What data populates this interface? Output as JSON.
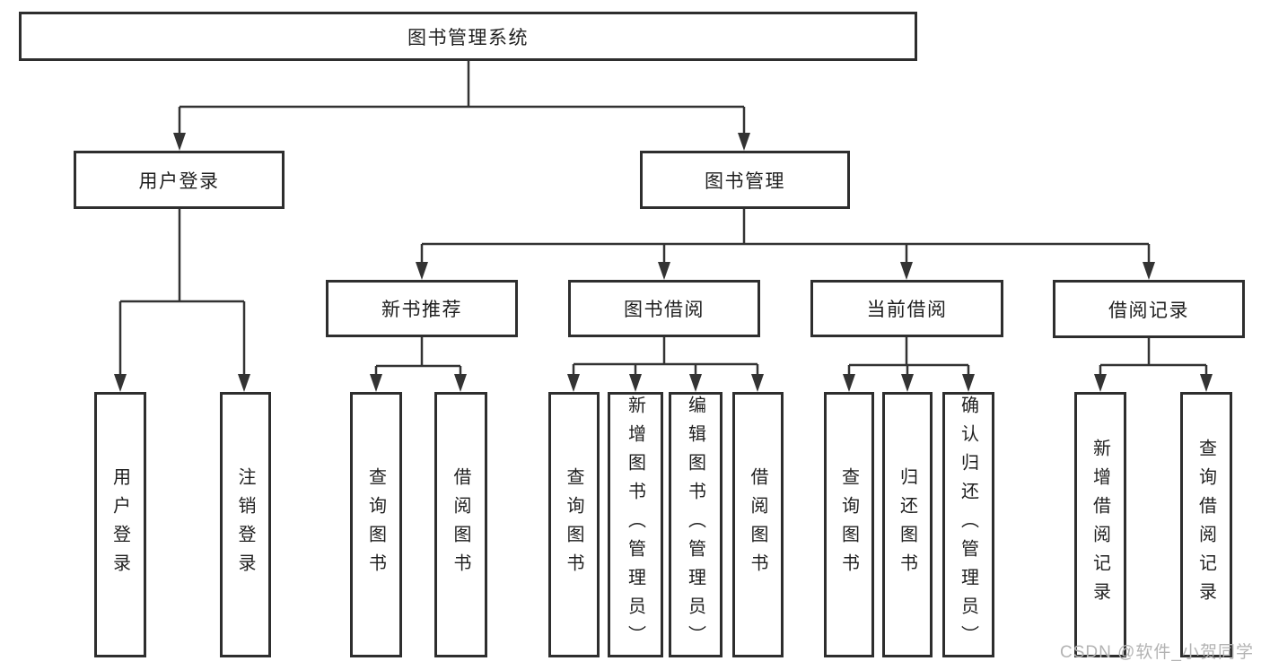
{
  "diagram": {
    "root": {
      "label": "图书管理系统"
    },
    "branches": [
      {
        "label": "用户登录",
        "children": [
          {
            "label": "用户登录"
          },
          {
            "label": "注销登录"
          }
        ]
      },
      {
        "label": "图书管理",
        "children": [
          {
            "label": "新书推荐",
            "children": [
              {
                "label": "查询图书"
              },
              {
                "label": "借阅图书"
              }
            ]
          },
          {
            "label": "图书借阅",
            "children": [
              {
                "label": "查询图书"
              },
              {
                "label": "新增图书（管理员）"
              },
              {
                "label": "编辑图书（管理员）"
              },
              {
                "label": "借阅图书"
              }
            ]
          },
          {
            "label": "当前借阅",
            "children": [
              {
                "label": "查询图书"
              },
              {
                "label": "归还图书"
              },
              {
                "label": "确认归还（管理员）"
              }
            ]
          },
          {
            "label": "借阅记录",
            "children": [
              {
                "label": "新增借阅记录"
              },
              {
                "label": "查询借阅记录"
              }
            ]
          }
        ]
      }
    ]
  },
  "watermark": {
    "text": "CSDN @软件_小贺同学"
  },
  "colors": {
    "line": "#333333",
    "border": "#2e2e2e",
    "text": "#1f1f1f",
    "watermark": "#b3b3b3",
    "background": "#ffffff"
  }
}
